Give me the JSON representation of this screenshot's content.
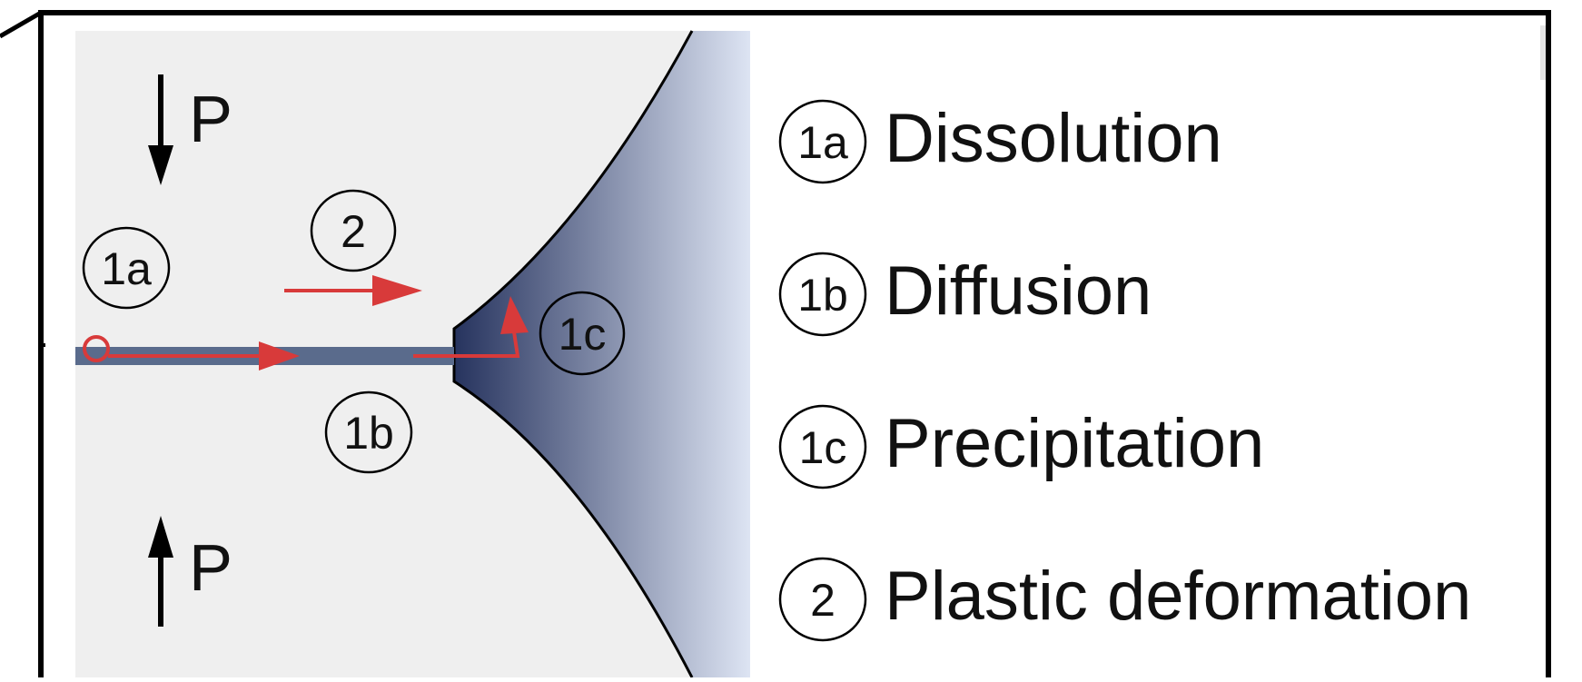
{
  "diagram": {
    "pressure_label_top": "P",
    "pressure_label_bottom": "P",
    "markers": {
      "m1a": "1a",
      "m1b": "1b",
      "m1c": "1c",
      "m2": "2"
    },
    "legend": [
      {
        "marker": "1a",
        "label": "Dissolution"
      },
      {
        "marker": "1b",
        "label": "Diffusion"
      },
      {
        "marker": "1c",
        "label": "Precipitation"
      },
      {
        "marker": "2",
        "label": "Plastic deformation"
      }
    ],
    "colors": {
      "grain": "#efefef",
      "pore_dark": "#26335e",
      "pore_light": "#dde4f3",
      "boundary": "#5a6b8c",
      "arrow_red": "#d83a3a",
      "frame": "#000000"
    }
  }
}
